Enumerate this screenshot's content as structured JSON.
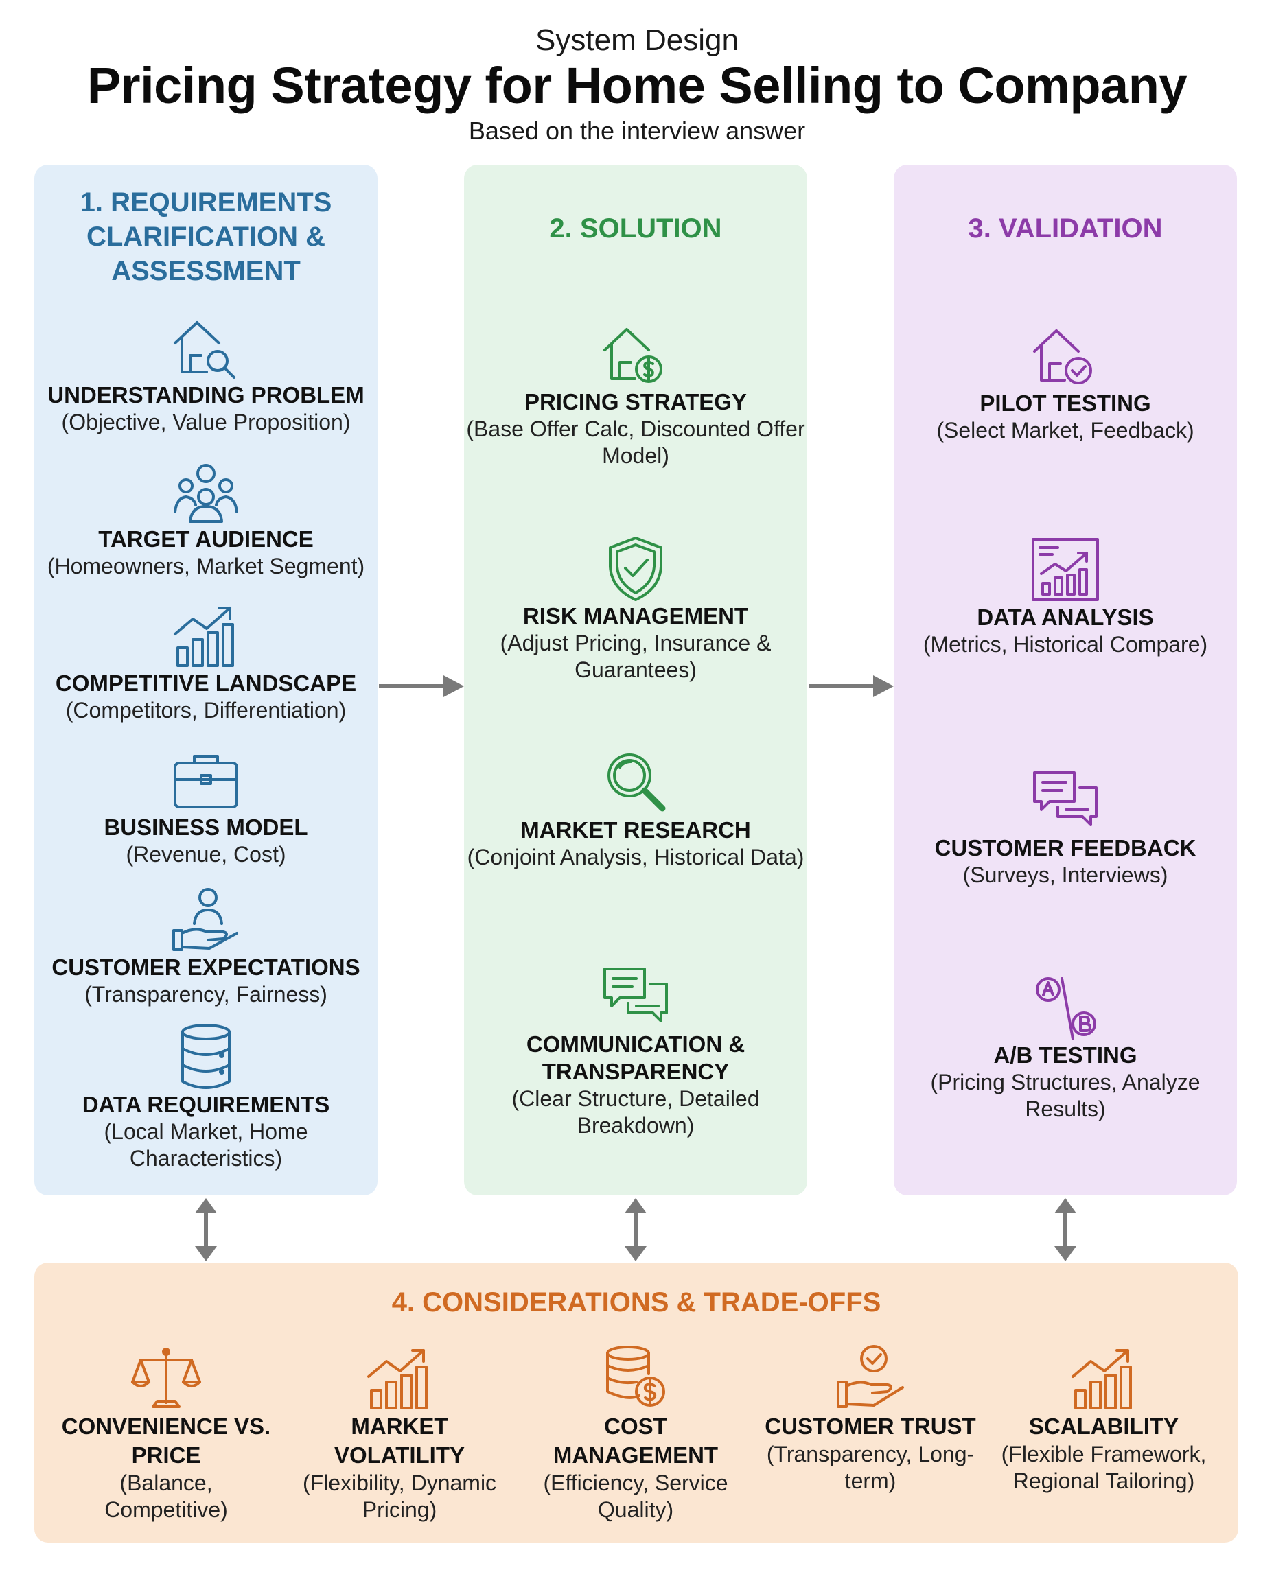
{
  "header": {
    "supertitle": "System Design",
    "title": "Pricing Strategy for Home Selling to Company",
    "subtitle": "Based on the interview answer"
  },
  "colors": {
    "blue": "#2a6d9c",
    "green": "#2f9147",
    "purple": "#8c3ba8",
    "orange": "#d06a22",
    "arrow": "#7a7a7a"
  },
  "columns": [
    {
      "title": "1. REQUIREMENTS CLARIFICATION & ASSESSMENT",
      "items": [
        {
          "icon": "house-search-icon",
          "title": "UNDERSTANDING PROBLEM",
          "desc": "(Objective, Value Proposition)"
        },
        {
          "icon": "people-group-icon",
          "title": "TARGET AUDIENCE",
          "desc": "(Homeowners, Market Segment)"
        },
        {
          "icon": "bar-chart-growth-icon",
          "title": "COMPETITIVE LANDSCAPE",
          "desc": "(Competitors, Differentiation)"
        },
        {
          "icon": "briefcase-icon",
          "title": "BUSINESS MODEL",
          "desc": "(Revenue, Cost)"
        },
        {
          "icon": "person-hand-icon",
          "title": "CUSTOMER EXPECTATIONS",
          "desc": "(Transparency, Fairness)"
        },
        {
          "icon": "database-icon",
          "title": "DATA REQUIREMENTS",
          "desc": "(Local Market, Home Characteristics)"
        }
      ]
    },
    {
      "title": "2. SOLUTION",
      "items": [
        {
          "icon": "house-dollar-icon",
          "title": "PRICING STRATEGY",
          "desc": "(Base Offer Calc, Discounted Offer Model)"
        },
        {
          "icon": "shield-check-icon",
          "title": "RISK MANAGEMENT",
          "desc": "(Adjust Pricing, Insurance & Guarantees)"
        },
        {
          "icon": "magnifier-icon",
          "title": "MARKET RESEARCH",
          "desc": "(Conjoint Analysis, Historical Data)"
        },
        {
          "icon": "chat-bubbles-icon",
          "title": "COMMUNICATION & TRANSPARENCY",
          "desc": "(Clear Structure, Detailed Breakdown)"
        }
      ]
    },
    {
      "title": "3. VALIDATION",
      "items": [
        {
          "icon": "house-check-icon",
          "title": "PILOT TESTING",
          "desc": "(Select Market, Feedback)"
        },
        {
          "icon": "analytics-chart-icon",
          "title": "DATA ANALYSIS",
          "desc": "(Metrics, Historical Compare)"
        },
        {
          "icon": "chat-bubbles-icon",
          "title": "CUSTOMER FEEDBACK",
          "desc": "(Surveys, Interviews)"
        },
        {
          "icon": "ab-test-icon",
          "title": "A/B TESTING",
          "desc": "(Pricing Structures, Analyze Results)"
        }
      ]
    }
  ],
  "considerations": {
    "title": "4. CONSIDERATIONS & TRADE-OFFS",
    "items": [
      {
        "icon": "scales-icon",
        "title": "CONVENIENCE VS. PRICE",
        "desc": "(Balance, Competitive)"
      },
      {
        "icon": "bar-chart-growth-icon",
        "title": "MARKET VOLATILITY",
        "desc": "(Flexibility, Dynamic Pricing)"
      },
      {
        "icon": "coins-dollar-icon",
        "title": "COST MANAGEMENT",
        "desc": "(Efficiency, Service Quality)"
      },
      {
        "icon": "hand-check-icon",
        "title": "CUSTOMER TRUST",
        "desc": "(Transparency, Long-term)"
      },
      {
        "icon": "bar-chart-growth-icon",
        "title": "SCALABILITY",
        "desc": "(Flexible Framework, Regional Tailoring)"
      }
    ]
  }
}
